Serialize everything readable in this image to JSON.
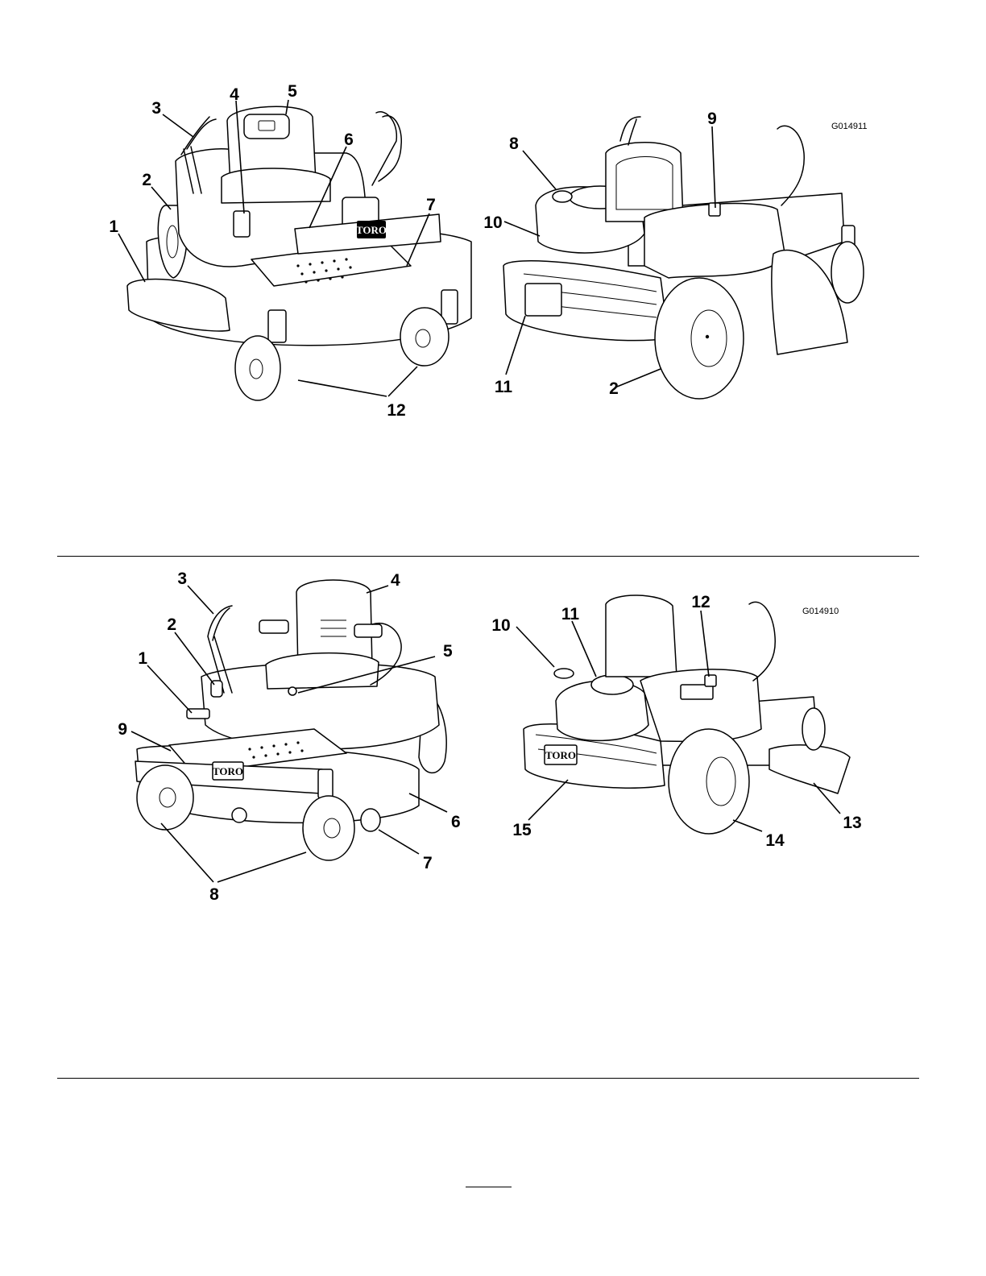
{
  "figure_top": {
    "code": "G014911",
    "brand": "TORO",
    "callouts": [
      "1",
      "2",
      "3",
      "4",
      "5",
      "6",
      "7",
      "12",
      "8",
      "9",
      "10",
      "11",
      "2"
    ]
  },
  "figure_bottom": {
    "code": "G014910",
    "brand": "TORO",
    "callouts": [
      "1",
      "2",
      "3",
      "4",
      "5",
      "6",
      "7",
      "8",
      "9",
      "10",
      "11",
      "12",
      "13",
      "14",
      "15"
    ]
  }
}
